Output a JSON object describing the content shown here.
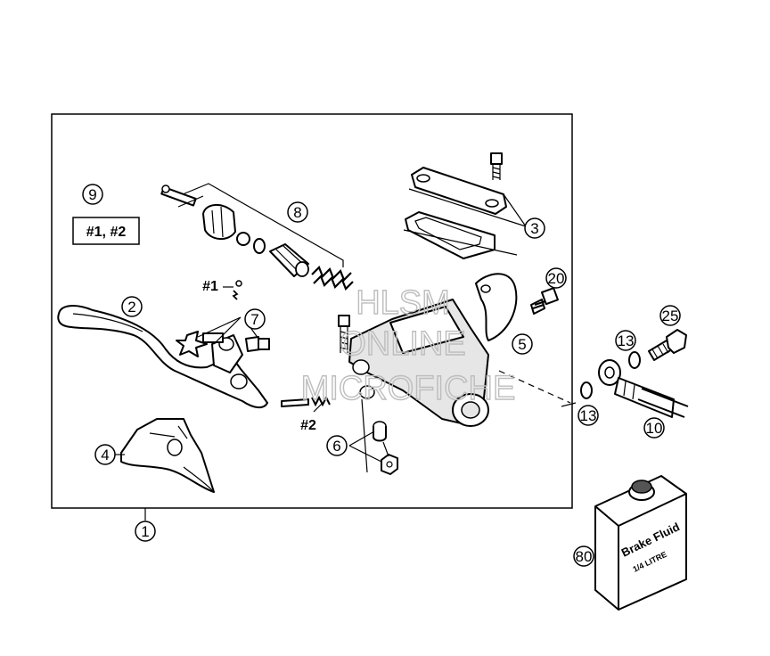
{
  "callouts": {
    "c1": "1",
    "c2": "2",
    "c3": "3",
    "c4": "4",
    "c5": "5",
    "c6": "6",
    "c7": "7",
    "c8": "8",
    "c9": "9",
    "c10": "10",
    "c13a": "13",
    "c13b": "13",
    "c20": "20",
    "c25": "25",
    "c80": "80"
  },
  "kit_labels": {
    "kit_box": "#1, #2",
    "hash1": "#1",
    "hash2": "#2"
  },
  "brake_fluid": {
    "line1": "Brake Fluid",
    "line2": "1/4 LITRE"
  },
  "watermark": {
    "line1": "HLSM",
    "line2": "ONLINE",
    "line3": "MICROFICHE"
  }
}
